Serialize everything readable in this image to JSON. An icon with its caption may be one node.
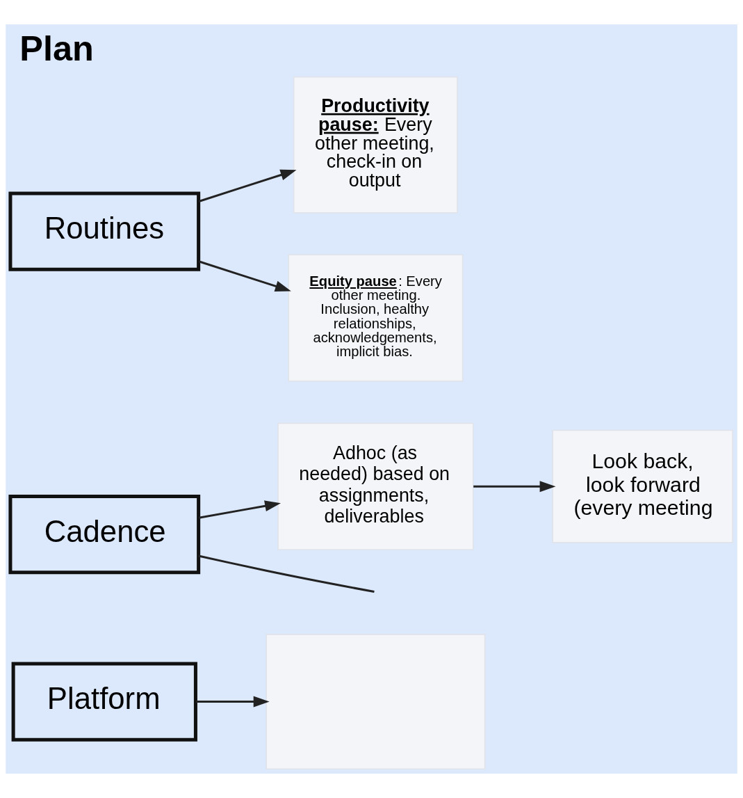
{
  "diagram": {
    "title": "Plan",
    "nodes": [
      {
        "text": [
          "Platform"
        ]
      },
      {
        "text": [],
        "shape": "box"
      },
      {
        "text": [
          "Look back, look forward (every meeting"
        ]
      },
      {
        "text": [
          "Adhoc (as needed) based on assignments, deliverables"
        ]
      },
      {
        "text": [
          "Cadence"
        ]
      },
      {
        "text": [
          "**Productivity pause:** Every other meeting, check-in on output"
        ]
      },
      {
        "text": [
          "Routines"
        ]
      },
      {
        "text": [
          "**Equity pause**: Every other meeting. Inclusion, healthy relationships, acknowledgements, implicit bias."
        ]
      }
    ],
    "edges": [
      {
        "from": 0,
        "to": 1,
        "arrow": "to"
      },
      {
        "from": 4,
        "to": 3,
        "arrow": "to"
      },
      {
        "from": 3,
        "to": 2,
        "arrow": "to"
      },
      {
        "from": 4,
        "to": null,
        "arrow": "none"
      },
      {
        "from": 6,
        "to": 5,
        "arrow": "to"
      },
      {
        "from": 6,
        "to": 7,
        "arrow": "to"
      }
    ]
  }
}
